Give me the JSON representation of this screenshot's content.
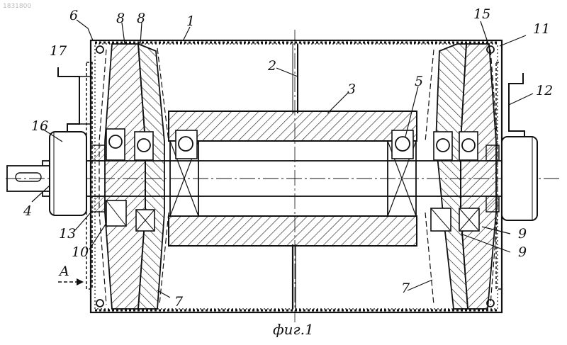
{
  "figure": {
    "caption": "фиг.1",
    "watermark": "1831800",
    "labels": [
      {
        "id": "1",
        "text": "1"
      },
      {
        "id": "2",
        "text": "2"
      },
      {
        "id": "3",
        "text": "3"
      },
      {
        "id": "4",
        "text": "4"
      },
      {
        "id": "5",
        "text": "5"
      },
      {
        "id": "6",
        "text": "6"
      },
      {
        "id": "7a",
        "text": "7"
      },
      {
        "id": "7b",
        "text": "7"
      },
      {
        "id": "8a",
        "text": "8"
      },
      {
        "id": "8b",
        "text": "8"
      },
      {
        "id": "9a",
        "text": "9"
      },
      {
        "id": "9b",
        "text": "9"
      },
      {
        "id": "10",
        "text": "10"
      },
      {
        "id": "11",
        "text": "11"
      },
      {
        "id": "12",
        "text": "12"
      },
      {
        "id": "13",
        "text": "13"
      },
      {
        "id": "15",
        "text": "15"
      },
      {
        "id": "16",
        "text": "16"
      },
      {
        "id": "17",
        "text": "17"
      },
      {
        "id": "A",
        "text": "A"
      }
    ]
  }
}
